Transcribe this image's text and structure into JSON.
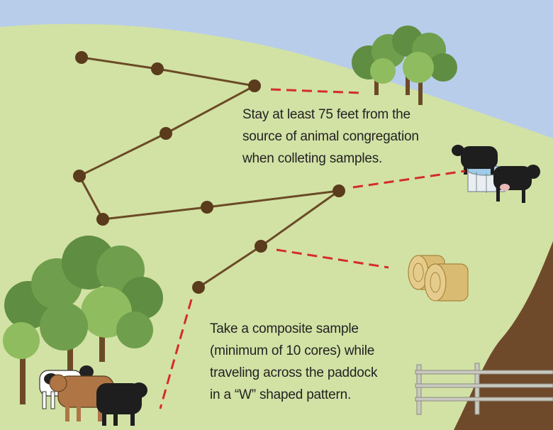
{
  "colors": {
    "sky": "#b7cdea",
    "pasture": "#d2e2a4",
    "path": "#6b4a27",
    "sample_point": "#5a3b1c",
    "distance_dash": "#d42b2b",
    "soil": "#6e4a2a",
    "tree_dark": "#5f8d42",
    "tree_light": "#8fbc5e",
    "hay": "#d9bb72",
    "fence": "#9a9a92"
  },
  "captions": {
    "distance_note": [
      "Stay at least 75 feet from the",
      "source of animal congregation",
      "when colleting samples."
    ],
    "pattern_note": [
      "Take a composite sample",
      "(minimum of 10 cores) while",
      "traveling across the paddock",
      "in a “W” shaped pattern."
    ]
  },
  "icons": [
    "tree-cluster-icon",
    "cow-icon",
    "water-tank-icon",
    "hay-bale-icon",
    "fence-icon"
  ]
}
